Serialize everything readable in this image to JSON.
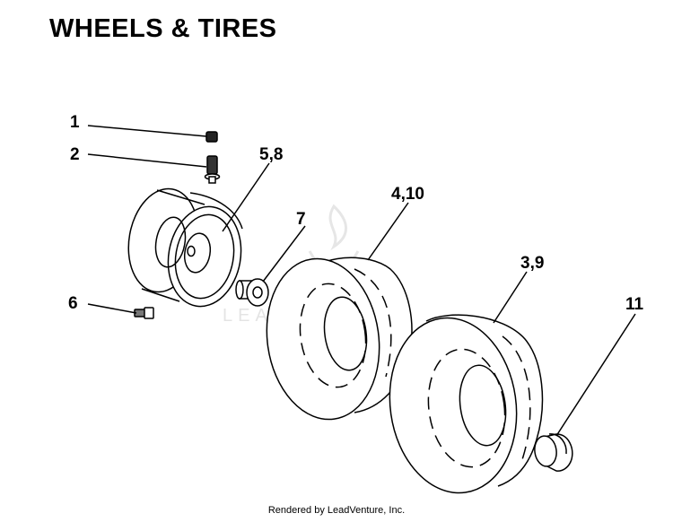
{
  "title": "WHEELS & TIRES",
  "callouts": {
    "c1": "1",
    "c2": "2",
    "c58": "5,8",
    "c7": "7",
    "c410": "4,10",
    "c39": "3,9",
    "c6": "6",
    "c11": "11"
  },
  "watermark": "LEADVENTURE",
  "footer": "Rendered by LeadVenture, Inc."
}
